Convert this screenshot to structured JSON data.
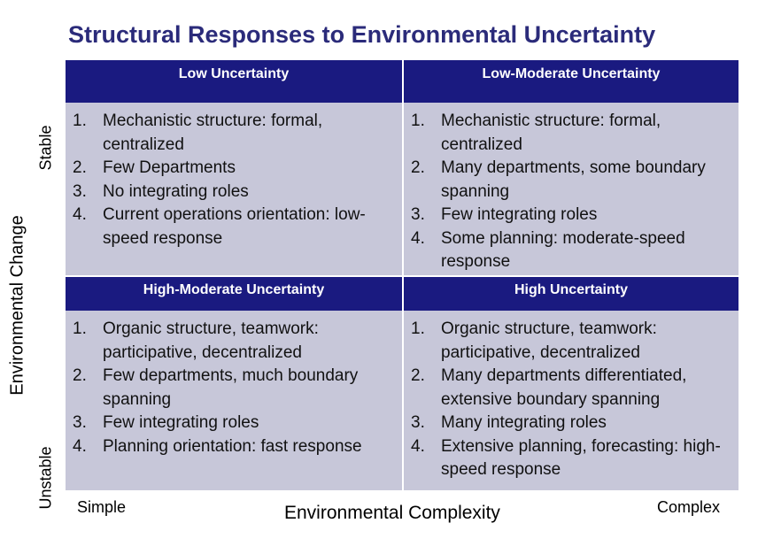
{
  "title": "Structural Responses to Environmental Uncertainty",
  "y_axis": {
    "title": "Environmental Change",
    "top_label": "Stable",
    "bottom_label": "Unstable"
  },
  "x_axis": {
    "title": "Environmental Complexity",
    "left_label": "Simple",
    "right_label": "Complex"
  },
  "cells": [
    {
      "header": "Low Uncertainty",
      "items": [
        {
          "num": "1.",
          "text": "Mechanistic structure: formal, centralized"
        },
        {
          "num": "2.",
          "text": "Few Departments"
        },
        {
          "num": "3.",
          "text": "No integrating roles"
        },
        {
          "num": "4.",
          "text": "Current operations orientation: low-speed response"
        }
      ]
    },
    {
      "header": "Low-Moderate Uncertainty",
      "items": [
        {
          "num": "1.",
          "text": "Mechanistic structure: formal, centralized"
        },
        {
          "num": "2.",
          "text": "Many departments, some boundary spanning"
        },
        {
          "num": "3.",
          "text": "Few integrating roles"
        },
        {
          "num": "4.",
          "text": "Some planning: moderate-speed response"
        }
      ]
    },
    {
      "header": "High-Moderate Uncertainty",
      "items": [
        {
          "num": "1.",
          "text": "Organic structure, teamwork: participative, decentralized"
        },
        {
          "num": "2.",
          "text": "Few departments, much boundary spanning"
        },
        {
          "num": "3.",
          "text": "Few integrating roles"
        },
        {
          "num": "4.",
          "text": "Planning orientation: fast response"
        }
      ]
    },
    {
      "header": "High Uncertainty",
      "items": [
        {
          "num": "1.",
          "text": "Organic structure, teamwork: participative, decentralized"
        },
        {
          "num": "2.",
          "text": "Many departments differentiated, extensive boundary spanning"
        },
        {
          "num": "3.",
          "text": "Many integrating roles"
        },
        {
          "num": "4.",
          "text": "Extensive planning, forecasting: high-speed response"
        }
      ]
    }
  ],
  "colors": {
    "title": "#2b2b7a",
    "header_bg": "#1a1a80",
    "cell_bg": "#c7c7d9"
  }
}
